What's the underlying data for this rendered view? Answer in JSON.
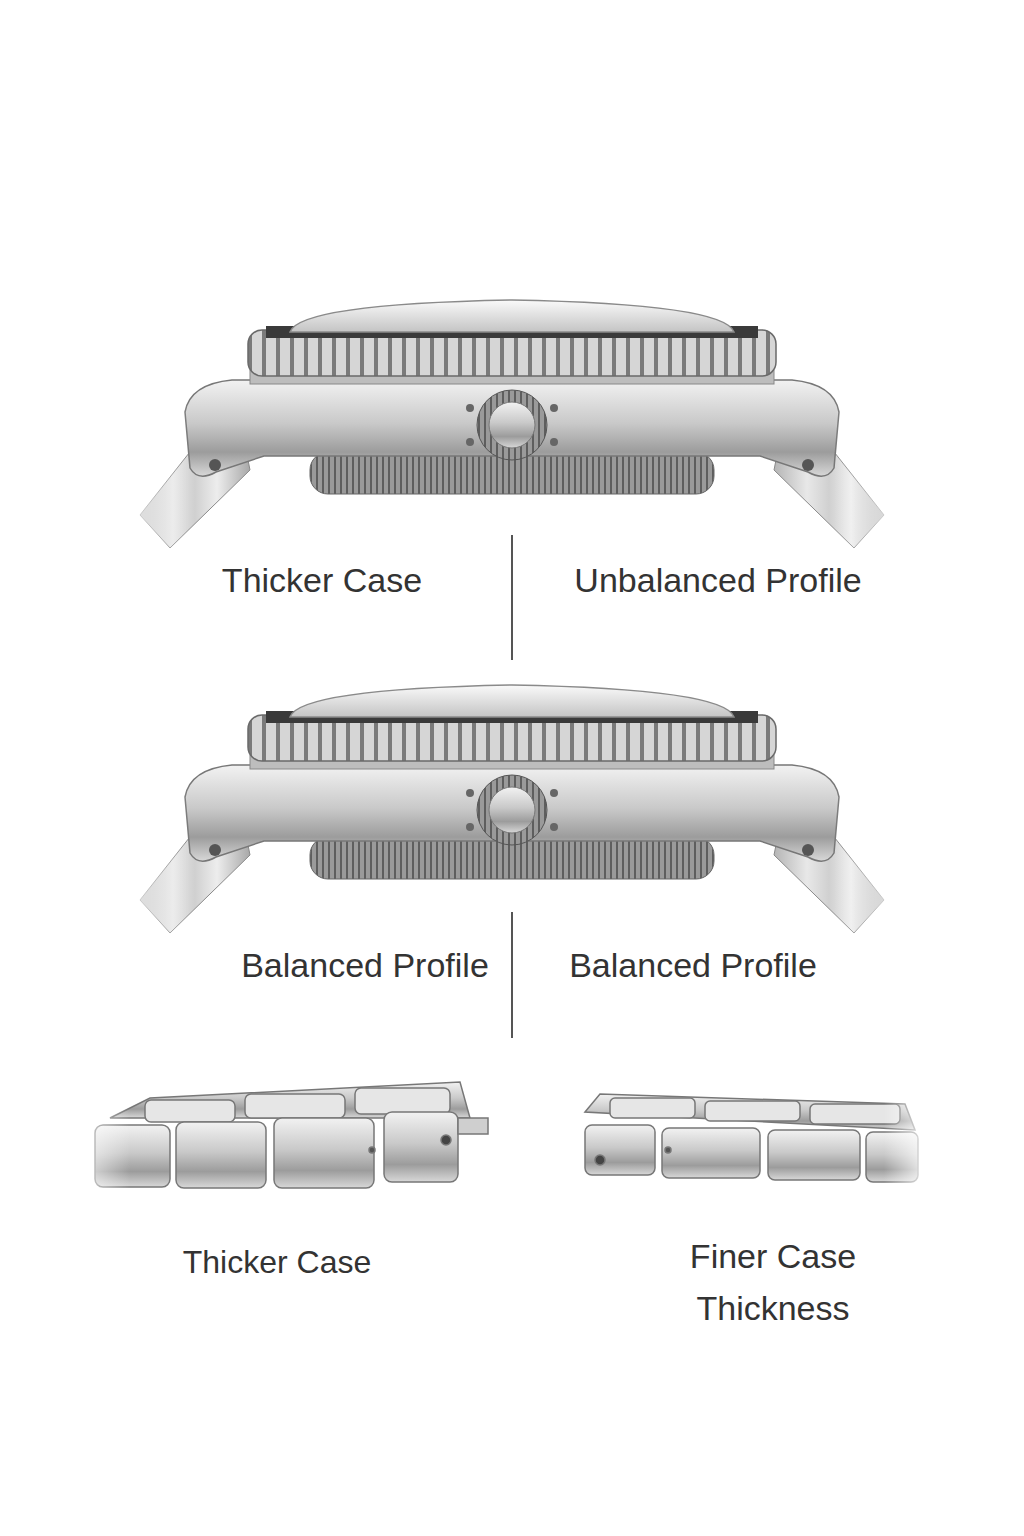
{
  "diagram": {
    "labels": [
      "Thicker Case",
      "Unbalanced Profile",
      "Balanced Profile",
      "Balanced Profile",
      "Thicker Case",
      "Finer Case Thickness"
    ]
  }
}
